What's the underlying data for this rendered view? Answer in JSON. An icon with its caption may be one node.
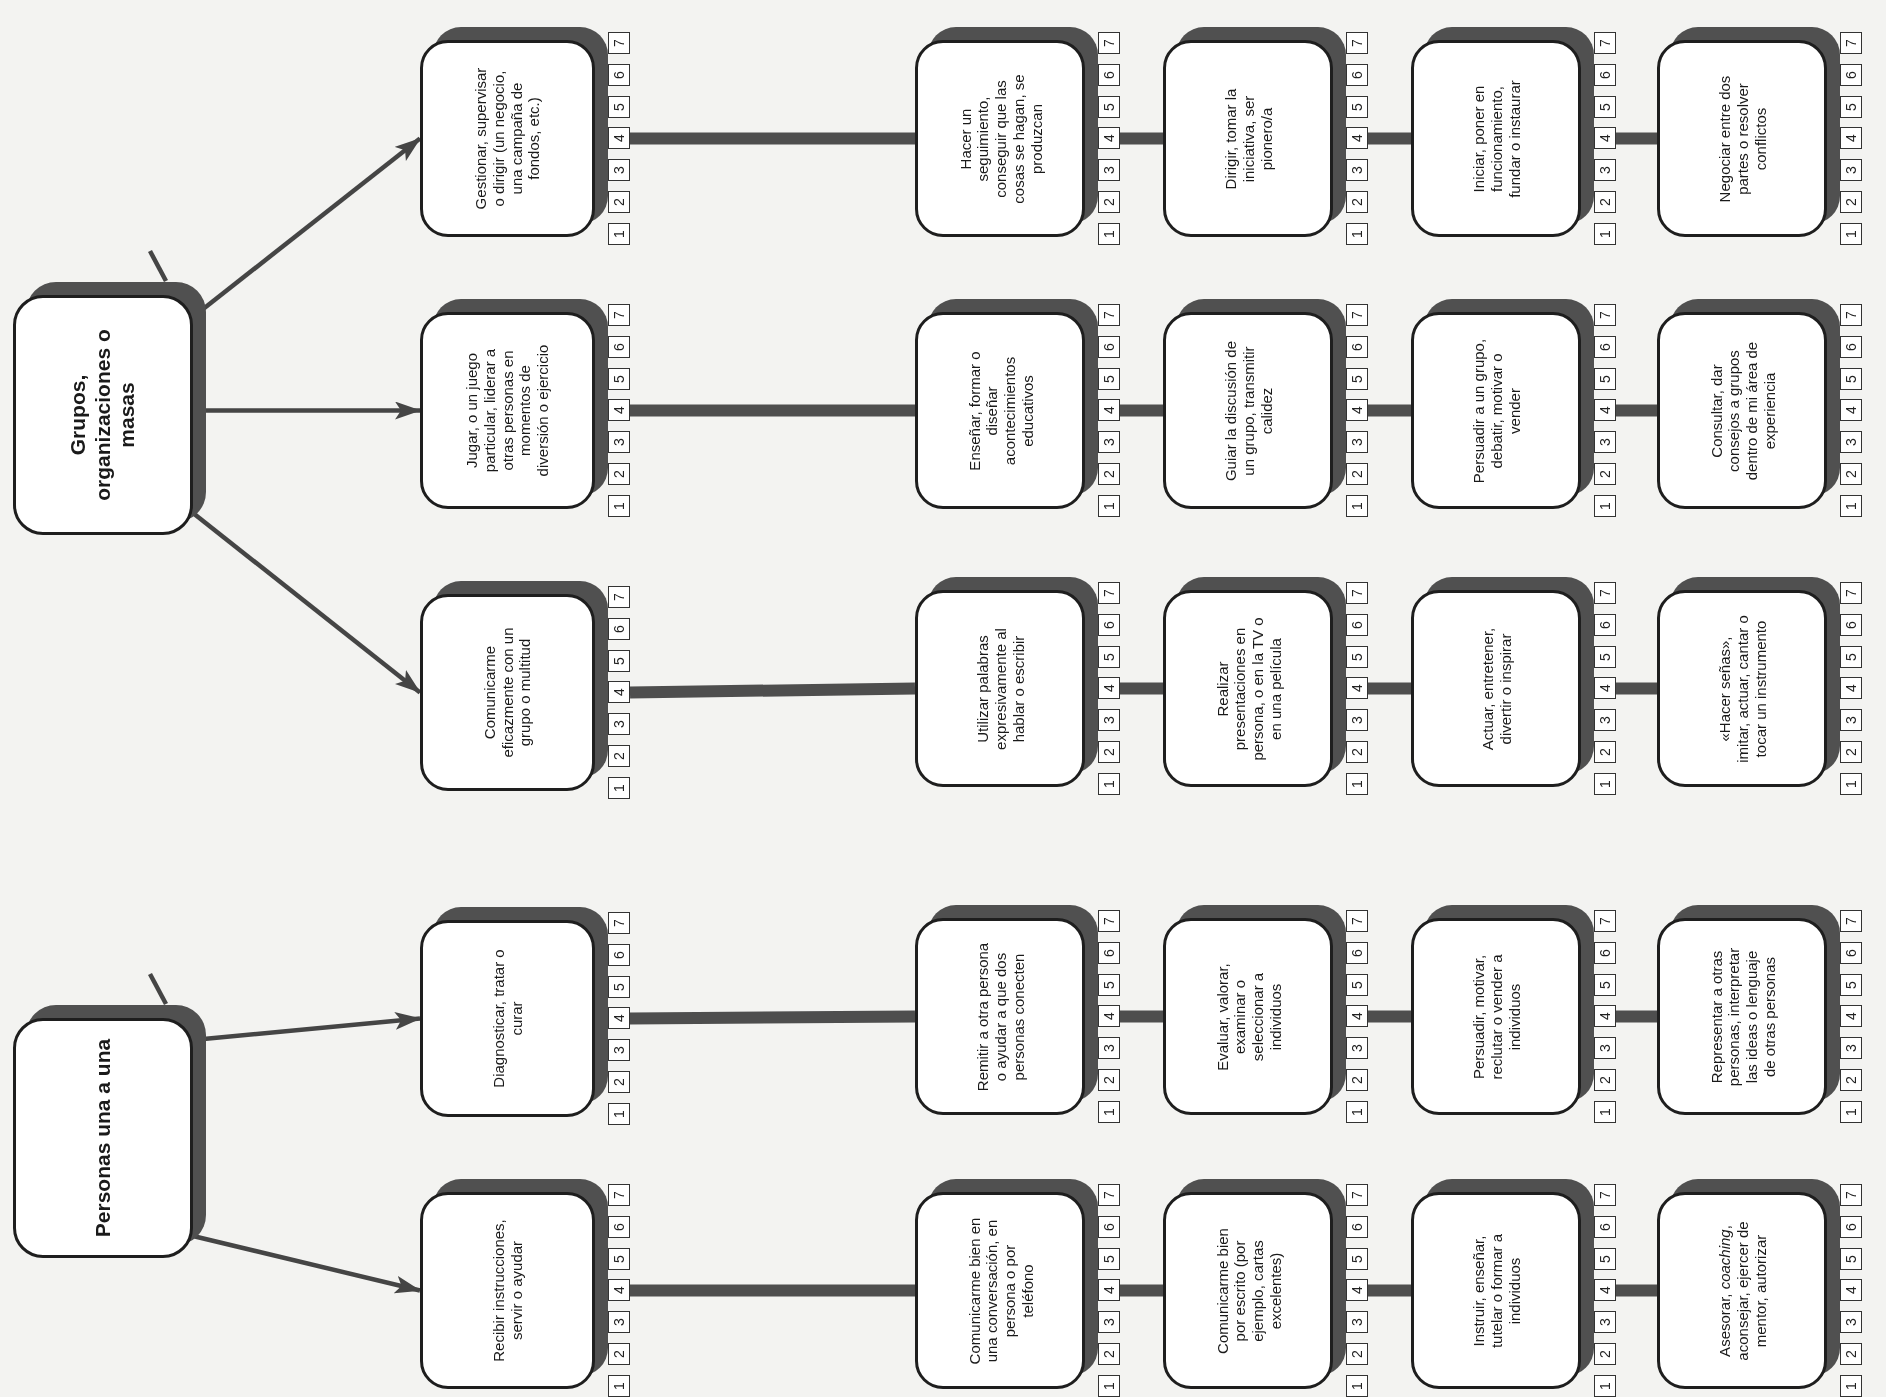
{
  "diagram": {
    "nodes": [
      {
        "text": [
          "Grupos, organizaciones o masas"
        ]
      },
      {
        "text": [
          "Personas una a una"
        ]
      },
      {
        "text": [
          "Gestionar, supervisar o dirigir (un negocio, una campaña de fondos, etc.)"
        ],
        "beside": [
          "1",
          "2",
          "3",
          "4",
          "5",
          "6",
          "7"
        ]
      },
      {
        "text": [
          "Jugar, o un juego particular, liderar a otras personas en momentos de diversión o ejercicio"
        ],
        "beside": [
          "1",
          "2",
          "3",
          "4",
          "5",
          "6",
          "7"
        ]
      },
      {
        "text": [
          "Comunicarme eficazmente con un grupo o multitud"
        ],
        "beside": [
          "1",
          "2",
          "3",
          "4",
          "5",
          "6",
          "7"
        ]
      },
      {
        "text": [
          "Diagnosticar, tratar o curar"
        ],
        "beside": [
          "1",
          "2",
          "3",
          "4",
          "5",
          "6",
          "7"
        ]
      },
      {
        "text": [
          "Recibir instrucciones, servir o ayudar"
        ],
        "beside": [
          "1",
          "2",
          "3",
          "4",
          "5",
          "6",
          "7"
        ]
      },
      {
        "text": [
          "Hacer un seguimiento, conseguir que las cosas se hagan, se produzcan"
        ],
        "beside": [
          "1",
          "2",
          "3",
          "4",
          "5",
          "6",
          "7"
        ]
      },
      {
        "text": [
          "Dirigir, tomar la iniciativa, ser pionero/a"
        ],
        "beside": [
          "1",
          "2",
          "3",
          "4",
          "5",
          "6",
          "7"
        ]
      },
      {
        "text": [
          "Iniciar, poner en funcionamiento, fundar o instaurar"
        ],
        "beside": [
          "1",
          "2",
          "3",
          "4",
          "5",
          "6",
          "7"
        ]
      },
      {
        "text": [
          "Negociar entre dos partes o resolver conflictos"
        ],
        "beside": [
          "1",
          "2",
          "3",
          "4",
          "5",
          "6",
          "7"
        ]
      },
      {
        "text": [
          "Enseñar, formar o diseñar acontecimientos educativos"
        ],
        "beside": [
          "1",
          "2",
          "3",
          "4",
          "5",
          "6",
          "7"
        ]
      },
      {
        "text": [
          "Guiar la discusión de un grupo, transmitir calidez"
        ],
        "beside": [
          "1",
          "2",
          "3",
          "4",
          "5",
          "6",
          "7"
        ]
      },
      {
        "text": [
          "Persuadir a un grupo, debatir, motivar o vender"
        ],
        "beside": [
          "1",
          "2",
          "3",
          "4",
          "5",
          "6",
          "7"
        ]
      },
      {
        "text": [
          "Consultar, dar consejos a grupos dentro de mi área de experiencia"
        ],
        "beside": [
          "1",
          "2",
          "3",
          "4",
          "5",
          "6",
          "7"
        ]
      },
      {
        "text": [
          "Utilizar palabras expresivamente al hablar o escribir"
        ],
        "beside": [
          "1",
          "2",
          "3",
          "4",
          "5",
          "6",
          "7"
        ]
      },
      {
        "text": [
          "Realizar presentaciones en persona, o en la TV o en una película"
        ],
        "beside": [
          "1",
          "2",
          "3",
          "4",
          "5",
          "6",
          "7"
        ]
      },
      {
        "text": [
          "Actuar, entretener, divertir o inspirar"
        ],
        "beside": [
          "1",
          "2",
          "3",
          "4",
          "5",
          "6",
          "7"
        ]
      },
      {
        "text": [
          "«Hacer señas», imitar, actuar, cantar o tocar un instrumento"
        ],
        "beside": [
          "1",
          "2",
          "3",
          "4",
          "5",
          "6",
          "7"
        ]
      },
      {
        "text": [
          "Remitir a otra persona o ayudar a que dos personas conecten"
        ],
        "beside": [
          "1",
          "2",
          "3",
          "4",
          "5",
          "6",
          "7"
        ]
      },
      {
        "text": [
          "Evaluar, valorar, examinar o seleccionar a individuos"
        ],
        "beside": [
          "1",
          "2",
          "3",
          "4",
          "5",
          "6",
          "7"
        ]
      },
      {
        "text": [
          "Persuadir, motivar, reclutar o vender a individuos"
        ],
        "beside": [
          "1",
          "2",
          "3",
          "4",
          "5",
          "6",
          "7"
        ]
      },
      {
        "text": [
          "Representar a otras personas, interpretar las ideas o lenguaje de otras personas"
        ],
        "beside": [
          "1",
          "2",
          "3",
          "4",
          "5",
          "6",
          "7"
        ]
      },
      {
        "text": [
          "Comunicarme bien en una conversación, en persona o por teléfono"
        ],
        "beside": [
          "1",
          "2",
          "3",
          "4",
          "5",
          "6",
          "7"
        ]
      },
      {
        "text": [
          "Comunicarme bien por escrito (por ejemplo, cartas excelentes)"
        ],
        "beside": [
          "1",
          "2",
          "3",
          "4",
          "5",
          "6",
          "7"
        ]
      },
      {
        "text": [
          "Instruir, enseñar, tutelar o formar a individuos"
        ],
        "beside": [
          "1",
          "2",
          "3",
          "4",
          "5",
          "6",
          "7"
        ]
      },
      {
        "text": [
          "Asesorar, *coaching*, aconsejar, ejercer de mentor, autorizar"
        ],
        "beside": [
          "1",
          "2",
          "3",
          "4",
          "5",
          "6",
          "7"
        ]
      }
    ],
    "edges": [
      {
        "from": null,
        "to": 0,
        "arrow": "none"
      },
      {
        "from": null,
        "to": 1,
        "arrow": "none"
      },
      {
        "from": 0,
        "to": 2,
        "arrow": "to"
      },
      {
        "from": 0,
        "to": 3,
        "arrow": "to"
      },
      {
        "from": 0,
        "to": 4,
        "arrow": "to"
      },
      {
        "from": 1,
        "to": 5,
        "arrow": "to"
      },
      {
        "from": 1,
        "to": 6,
        "arrow": "to"
      },
      {
        "from": 2,
        "to": 7,
        "arrow": "none"
      },
      {
        "from": 7,
        "to": 8,
        "arrow": "none"
      },
      {
        "from": 8,
        "to": 9,
        "arrow": "none"
      },
      {
        "from": 9,
        "to": 10,
        "arrow": "none"
      },
      {
        "from": 3,
        "to": 11,
        "arrow": "none"
      },
      {
        "from": 11,
        "to": 12,
        "arrow": "none"
      },
      {
        "from": 12,
        "to": 13,
        "arrow": "none"
      },
      {
        "from": 13,
        "to": 14,
        "arrow": "none"
      },
      {
        "from": 4,
        "to": 15,
        "arrow": "none"
      },
      {
        "from": 15,
        "to": 16,
        "arrow": "none"
      },
      {
        "from": 16,
        "to": 17,
        "arrow": "none"
      },
      {
        "from": 17,
        "to": 18,
        "arrow": "none"
      },
      {
        "from": 5,
        "to": 19,
        "arrow": "none"
      },
      {
        "from": 19,
        "to": 20,
        "arrow": "none"
      },
      {
        "from": 20,
        "to": 21,
        "arrow": "none"
      },
      {
        "from": 21,
        "to": 22,
        "arrow": "none"
      },
      {
        "from": 6,
        "to": 23,
        "arrow": "none"
      },
      {
        "from": 23,
        "to": 24,
        "arrow": "none"
      },
      {
        "from": 24,
        "to": 25,
        "arrow": "none"
      },
      {
        "from": 25,
        "to": 26,
        "arrow": "none"
      }
    ]
  }
}
